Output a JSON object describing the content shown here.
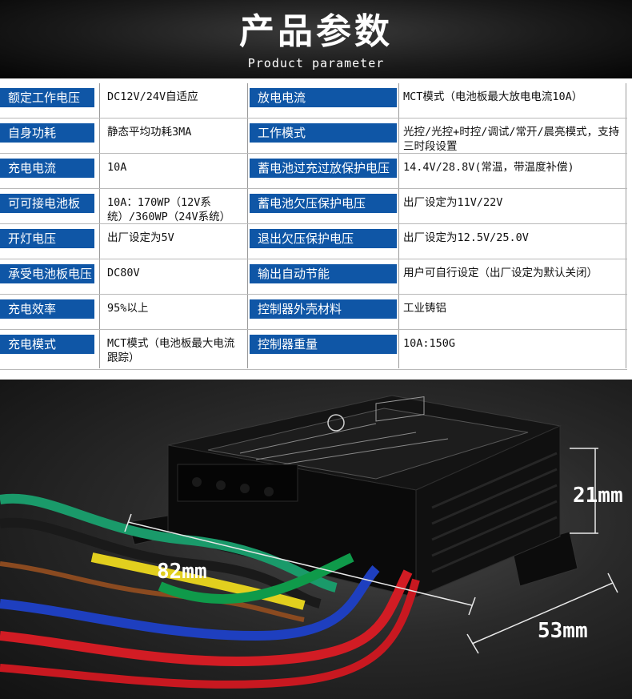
{
  "header": {
    "title": "产品参数",
    "subtitle": "Product parameter"
  },
  "params": [
    {
      "label1": "额定工作电压",
      "value1": "DC12V/24V自适应",
      "label2": "放电电流",
      "value2": "MCT模式（电池板最大放电电流10A）"
    },
    {
      "label1": "自身功耗",
      "value1": "静态平均功耗3MA",
      "label2": "工作模式",
      "value2": "光控/光控+时控/调试/常开/晨亮模式，支持三时段设置"
    },
    {
      "label1": "充电电流",
      "value1": "10A",
      "label2": "蓄电池过充过放保护电压",
      "value2": "14.4V/28.8V(常温，带温度补偿)"
    },
    {
      "label1": "可可接电池板",
      "value1": "10A：170WP（12V系统）/360WP（24V系统）",
      "label2": "蓄电池欠压保护电压",
      "value2": "出厂设定为11V/22V"
    },
    {
      "label1": "开灯电压",
      "value1": "出厂设定为5V",
      "label2": "退出欠压保护电压",
      "value2": "出厂设定为12.5V/25.0V"
    },
    {
      "label1": "承受电池板电压",
      "value1": "DC80V",
      "label2": "输出自动节能",
      "value2": "用户可自行设定（出厂设定为默认关闭）"
    },
    {
      "label1": "充电效率",
      "value1": "95%以上",
      "label2": "控制器外壳材料",
      "value2": "工业铸铝"
    },
    {
      "label1": "充电模式",
      "value1": "MCT模式（电池板最大电流跟踪）",
      "label2": "控制器重量",
      "value2": "10A:150G"
    }
  ],
  "dimensions": {
    "height": "21mm",
    "length": "82mm",
    "width": "53mm"
  },
  "colors": {
    "label_bg": "#0f56a6",
    "header_bg": "#1a1a1a",
    "photo_bg": "#2a2a2a"
  }
}
